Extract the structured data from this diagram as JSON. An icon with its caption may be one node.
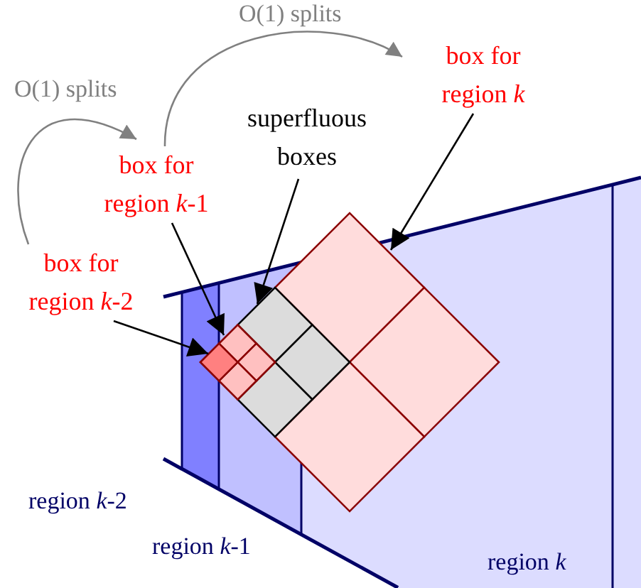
{
  "diagram": {
    "nodes": [
      {
        "text": [
          "box for region *k*-2"
        ]
      },
      {
        "text": [
          "box for region *k*-1"
        ]
      },
      {
        "text": [
          "box for region *k*"
        ]
      },
      {
        "text": [
          "superfluous boxes"
        ]
      },
      {
        "text": [],
        "shape": "box",
        "in": 5
      },
      {
        "text": [],
        "shape": "box"
      },
      {
        "text": [],
        "shape": "box"
      },
      {
        "text": [],
        "shape": "box"
      }
    ],
    "edges": [
      {
        "from": 0,
        "to": 1,
        "arrow": "to",
        "label": "O(1) splits",
        "color": "#808080"
      },
      {
        "from": 1,
        "to": 2,
        "arrow": "to",
        "label": "O(1) splits",
        "color": "#808080"
      },
      {
        "from": 0,
        "to": 4,
        "arrow": "to"
      },
      {
        "from": 1,
        "to": 5,
        "arrow": "to"
      },
      {
        "from": 3,
        "to": 6,
        "arrow": "to"
      },
      {
        "from": 2,
        "to": 7,
        "arrow": "to"
      }
    ],
    "labels": [
      "region *k*-2",
      "region *k*-1",
      "region *k*"
    ]
  }
}
